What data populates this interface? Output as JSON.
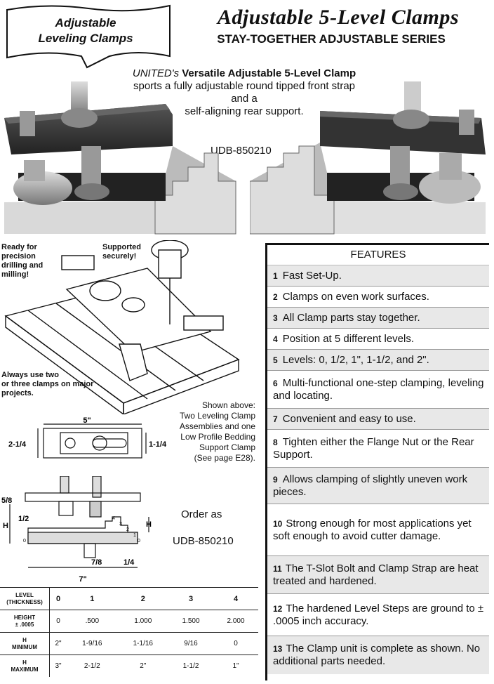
{
  "banner": {
    "line1": "Adjustable",
    "line2": "Leveling Clamps"
  },
  "header": {
    "title": "Adjustable 5-Level Clamps",
    "subtitle": "STAY-TOGETHER ADJUSTABLE SERIES"
  },
  "intro": {
    "brand": "UNITED's",
    "line1_rest": "Versatile Adjustable 5-Level Clamp",
    "line2": "sports a fully adjustable round tipped front strap",
    "line3": "and a",
    "line4": "self-aligning rear support."
  },
  "photo_part_number": "UDB-850210",
  "illustration": {
    "note_top_left": [
      "Ready for",
      "precision",
      "drilling and",
      "milling!"
    ],
    "note_top": [
      "Supported",
      "securely!"
    ],
    "note_bottom_left": [
      "Always use two",
      "or three clamps on major",
      "projects."
    ],
    "caption": [
      "Shown above:",
      "Two Leveling Clamp",
      "Assemblies and one",
      "Low Profile Bedding",
      "Support Clamp",
      "(See page E28)."
    ]
  },
  "dimensions": {
    "top_width": "5\"",
    "top_left_height": "2-1/4",
    "top_right_height": "1-1/4",
    "side_five_eighths": "5/8",
    "side_half": "1/2",
    "side_h_left": "H",
    "side_h_right": "H",
    "side_seven_eighths": "7/8",
    "side_quarter": "1/4",
    "side_length": "7\"",
    "step_labels": [
      "4",
      "3",
      "2",
      "1",
      "0",
      "0"
    ]
  },
  "order": {
    "label": "Order as",
    "part": "UDB-850210"
  },
  "spec_table": {
    "rows": [
      {
        "header": [
          "LEVEL",
          "(THICKNESS)"
        ],
        "values": [
          "0",
          "1",
          "2",
          "3",
          "4"
        ]
      },
      {
        "header": [
          "HEIGHT",
          "± .0005"
        ],
        "values": [
          "0",
          ".500",
          "1.000",
          "1.500",
          "2.000"
        ]
      },
      {
        "header": [
          "H",
          "MINIMUM"
        ],
        "values": [
          "2\"",
          "1-9/16",
          "1-1/16",
          "9/16",
          "0"
        ]
      },
      {
        "header": [
          "H",
          "MAXIMUM"
        ],
        "values": [
          "3\"",
          "2-1/2",
          "2\"",
          "1-1/2",
          "1\""
        ]
      }
    ]
  },
  "features": {
    "title": "FEATURES",
    "items": [
      {
        "num": "1",
        "text": "Fast Set-Up."
      },
      {
        "num": "2",
        "text": "Clamps on even work surfaces."
      },
      {
        "num": "3",
        "text": "All Clamp parts stay together."
      },
      {
        "num": "4",
        "text": "Position at 5 different levels."
      },
      {
        "num": "5",
        "text": "Levels: 0, 1/2, 1\", 1-1/2, and 2\"."
      },
      {
        "num": "6",
        "text": "Multi-functional one-step clamping, leveling and locating."
      },
      {
        "num": "7",
        "text": "Convenient and easy to use."
      },
      {
        "num": "8",
        "text": "Tighten either the Flange Nut or the Rear Support."
      },
      {
        "num": "9",
        "text": "Allows clamping of slightly uneven work pieces."
      },
      {
        "num": "10",
        "text": "Strong enough for most applications yet soft enough to avoid cutter damage."
      },
      {
        "num": "11",
        "text": "The T-Slot Bolt and Clamp Strap are heat treated and hardened."
      },
      {
        "num": "12",
        "text": "The hardened Level Steps are ground to ± .0005 inch accuracy."
      },
      {
        "num": "13",
        "text": "The Clamp unit is complete as shown.  No additional parts needed."
      }
    ]
  }
}
